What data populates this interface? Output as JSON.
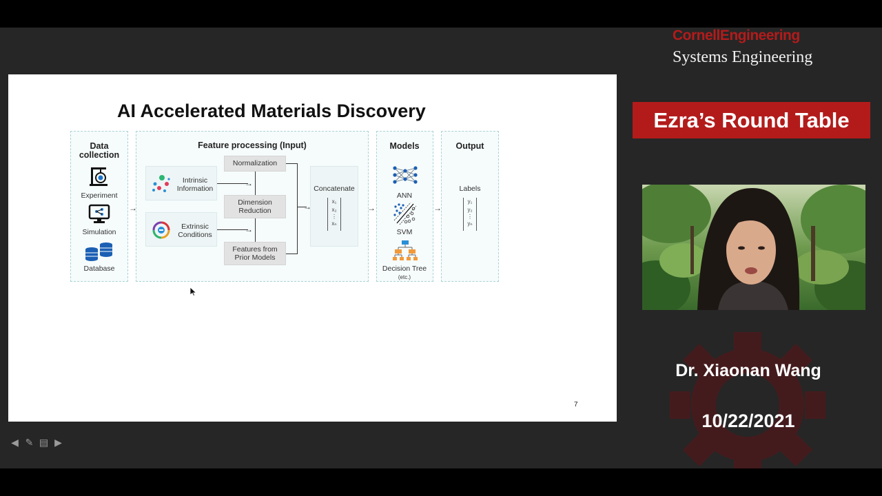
{
  "brand": {
    "line1": "CornellEngineering",
    "line2": "Systems Engineering",
    "accent_color": "#b31b1b"
  },
  "banner": {
    "title": "Ezra’s Round Table"
  },
  "presenter": {
    "name": "Dr. Xiaonan Wang",
    "date": "10/22/2021"
  },
  "slide": {
    "title": "AI Accelerated Materials Discovery",
    "page_number": "7",
    "data_collection": {
      "heading": "Data collection",
      "items": [
        "Experiment",
        "Simulation",
        "Database"
      ]
    },
    "feature_processing": {
      "heading": "Feature processing (Input)",
      "inputs": [
        "Intrinsic Information",
        "Extrinsic Conditions"
      ],
      "steps": [
        "Normalization",
        "Dimension Reduction",
        "Features from Prior Models"
      ],
      "concatenate": {
        "label": "Concatenate",
        "vector": [
          "x₁",
          "x₂",
          "⋮",
          "xₙ"
        ]
      }
    },
    "models": {
      "heading": "Models",
      "items": [
        "ANN",
        "SVM",
        "Decision Tree"
      ],
      "note": "(etc.)"
    },
    "output": {
      "heading": "Output",
      "label": "Labels",
      "vector": [
        "y₁",
        "y₂",
        "⋮",
        "yₙ"
      ]
    }
  },
  "slide_nav": {
    "icons": [
      "arrow-left-icon",
      "pen-icon",
      "menu-icon",
      "arrow-right-icon"
    ]
  }
}
